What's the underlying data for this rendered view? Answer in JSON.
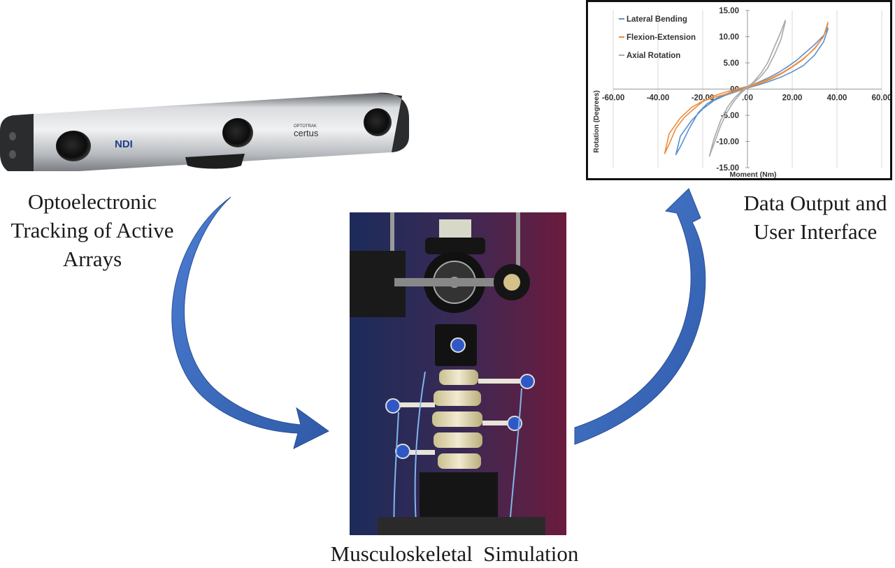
{
  "labels": {
    "tracking": [
      "Optoelectronic",
      "Tracking of Active",
      "Arrays"
    ],
    "output": [
      "Data Output and",
      "User Interface"
    ],
    "simulation": "Musculoskeletal  Simulation"
  },
  "camera": {
    "brand": "NDI",
    "model_top": "OPTOTRAK",
    "model": "certus"
  },
  "colors": {
    "arrow": "#3f6fc6",
    "arrow_dark": "#2c4f94",
    "lateral": "#5b8fcf",
    "flexion": "#ed8c3a",
    "axial": "#a9a9a9"
  },
  "chart_data": {
    "type": "line",
    "xlabel": "Moment (Nm)",
    "ylabel": "Rotation (Degrees)",
    "xlim": [
      -60,
      60
    ],
    "ylim": [
      -15,
      15
    ],
    "xticks": [
      "-60.00",
      "-40.00",
      "-20.00",
      ".00",
      "20.00",
      "40.00",
      "60.00"
    ],
    "yticks": [
      "15.00",
      "10.00",
      "5.00",
      ".00",
      "-5.00",
      "-10.00",
      "-15.00"
    ],
    "grid": "vertical",
    "legend": "top-left",
    "series": [
      {
        "name": "Lateral Bending",
        "color": "#5b8fcf",
        "x": [
          36,
          34,
          30,
          25,
          20,
          15,
          10,
          5,
          0,
          -5,
          -10,
          -15,
          -20,
          -25,
          -30,
          -32,
          -30,
          -26,
          -22,
          -18,
          -14,
          -10,
          -6,
          -2,
          2,
          6,
          10,
          14,
          18,
          22,
          26,
          30,
          34,
          36
        ],
        "y": [
          11.5,
          9.0,
          6.5,
          4.5,
          3.3,
          2.3,
          1.5,
          0.8,
          0.2,
          -0.5,
          -1.2,
          -2.2,
          -3.8,
          -6.0,
          -9.0,
          -12.5,
          -11.0,
          -7.5,
          -4.5,
          -2.8,
          -1.8,
          -1.0,
          -0.4,
          0.2,
          0.8,
          1.5,
          2.3,
          3.2,
          4.3,
          5.5,
          7.0,
          8.5,
          10.2,
          11.8
        ]
      },
      {
        "name": "Flexion-Extension",
        "color": "#ed8c3a",
        "x": [
          36,
          34,
          30,
          25,
          20,
          15,
          10,
          5,
          0,
          -5,
          -10,
          -15,
          -20,
          -25,
          -30,
          -35,
          -37,
          -35,
          -32,
          -28,
          -24,
          -20,
          -15,
          -10,
          -5,
          0,
          5,
          10,
          15,
          20,
          25,
          30,
          34,
          36
        ],
        "y": [
          12.5,
          10.0,
          7.8,
          5.7,
          4.2,
          2.9,
          1.8,
          1.0,
          0.3,
          -0.4,
          -1.0,
          -1.6,
          -2.3,
          -3.5,
          -5.5,
          -8.5,
          -12.3,
          -10.5,
          -7.5,
          -5.3,
          -3.8,
          -2.4,
          -1.3,
          -0.6,
          0.0,
          0.5,
          1.2,
          2.0,
          3.0,
          4.3,
          5.8,
          7.7,
          10.0,
          12.8
        ]
      },
      {
        "name": "Axial Rotation",
        "color": "#a9a9a9",
        "x": [
          17,
          15,
          12,
          9,
          6,
          3,
          0,
          -3,
          -6,
          -9,
          -12,
          -15,
          -17,
          -15,
          -12,
          -9,
          -6,
          -3,
          0,
          3,
          6,
          9,
          12,
          15,
          17
        ],
        "y": [
          13.0,
          9.5,
          6.5,
          4.0,
          2.4,
          1.3,
          0.5,
          -0.5,
          -1.8,
          -3.5,
          -6.0,
          -9.5,
          -12.8,
          -10.5,
          -7.0,
          -4.3,
          -2.3,
          -0.8,
          0.3,
          1.5,
          3.0,
          5.0,
          8.0,
          11.0,
          13.2
        ]
      }
    ]
  }
}
